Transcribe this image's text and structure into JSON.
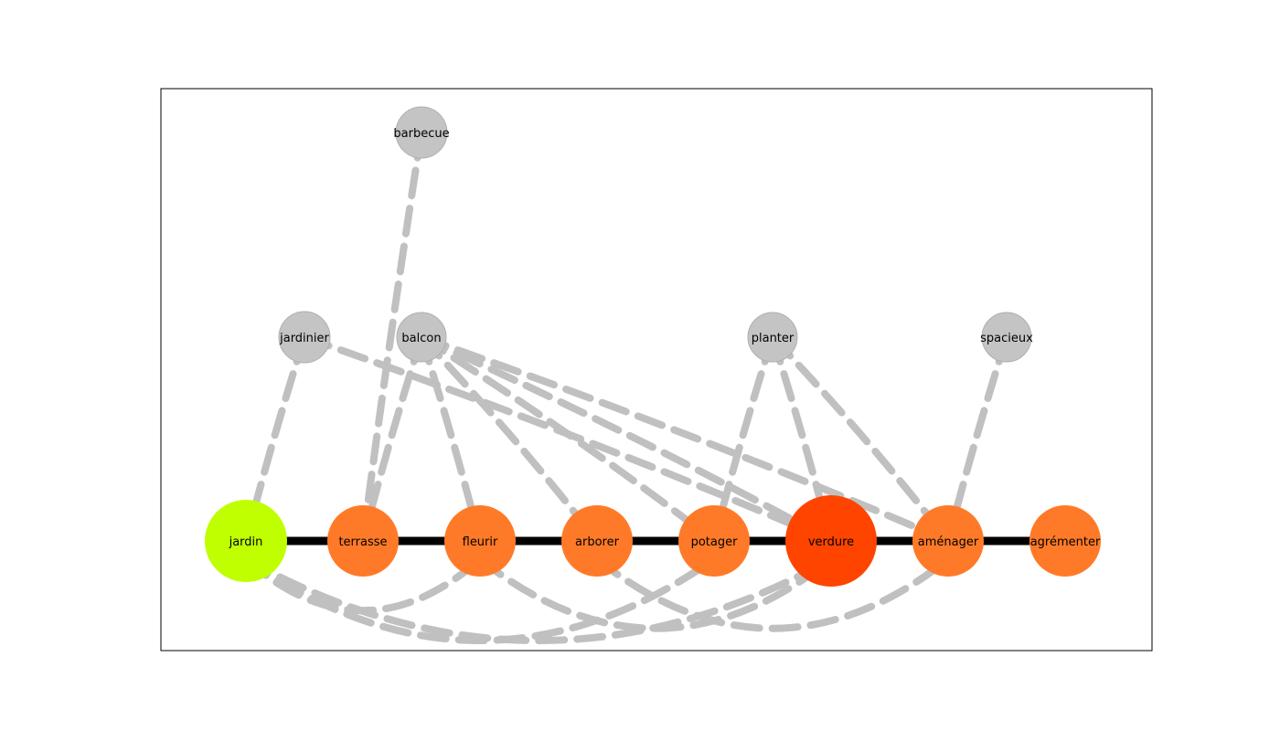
{
  "colors": {
    "chain_edge": "#000000",
    "dashed_edge": "#c0c0c0",
    "frame": "#000000",
    "background": "#ffffff"
  },
  "nodes": [
    {
      "id": "jardin",
      "label": "jardin",
      "color": "#bfff00",
      "group": "chain"
    },
    {
      "id": "terrasse",
      "label": "terrasse",
      "color": "#ff7a28",
      "group": "chain"
    },
    {
      "id": "fleurir",
      "label": "fleurir",
      "color": "#ff7a28",
      "group": "chain"
    },
    {
      "id": "arborer",
      "label": "arborer",
      "color": "#ff7a28",
      "group": "chain"
    },
    {
      "id": "potager",
      "label": "potager",
      "color": "#ff7a28",
      "group": "chain"
    },
    {
      "id": "verdure",
      "label": "verdure",
      "color": "#ff4400",
      "group": "chain"
    },
    {
      "id": "amenager",
      "label": "aménager",
      "color": "#ff7a28",
      "group": "chain"
    },
    {
      "id": "agrementer",
      "label": "agrémenter",
      "color": "#ff7a28",
      "group": "chain"
    },
    {
      "id": "barbecue",
      "label": "barbecue",
      "color": "#c4c4c4",
      "group": "satellite"
    },
    {
      "id": "jardinier",
      "label": "jardinier",
      "color": "#c4c4c4",
      "group": "satellite"
    },
    {
      "id": "balcon",
      "label": "balcon",
      "color": "#c4c4c4",
      "group": "satellite"
    },
    {
      "id": "planter",
      "label": "planter",
      "color": "#c4c4c4",
      "group": "satellite"
    },
    {
      "id": "spacieux",
      "label": "spacieux",
      "color": "#c4c4c4",
      "group": "satellite"
    }
  ],
  "chain_edges": [
    [
      "jardin",
      "terrasse"
    ],
    [
      "terrasse",
      "fleurir"
    ],
    [
      "fleurir",
      "arborer"
    ],
    [
      "arborer",
      "potager"
    ],
    [
      "potager",
      "verdure"
    ],
    [
      "verdure",
      "amenager"
    ],
    [
      "amenager",
      "agrementer"
    ]
  ],
  "dashed_edges": [
    [
      "barbecue",
      "terrasse"
    ],
    [
      "jardinier",
      "jardin"
    ],
    [
      "jardinier",
      "verdure"
    ],
    [
      "balcon",
      "terrasse"
    ],
    [
      "balcon",
      "fleurir"
    ],
    [
      "balcon",
      "arborer"
    ],
    [
      "balcon",
      "potager"
    ],
    [
      "balcon",
      "verdure"
    ],
    [
      "balcon",
      "amenager"
    ],
    [
      "planter",
      "potager"
    ],
    [
      "planter",
      "verdure"
    ],
    [
      "planter",
      "amenager"
    ],
    [
      "spacieux",
      "amenager"
    ],
    [
      "jardin",
      "fleurir"
    ],
    [
      "jardin",
      "potager"
    ],
    [
      "jardin",
      "verdure"
    ],
    [
      "fleurir",
      "verdure"
    ],
    [
      "arborer",
      "amenager"
    ]
  ]
}
